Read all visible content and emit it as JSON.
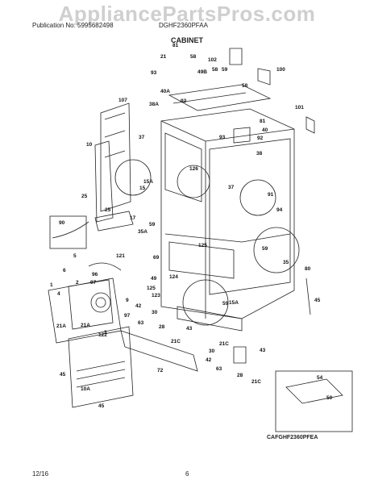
{
  "watermark": "AppliancePartsPros.com",
  "header": {
    "publication": "Publication No: 5995682498",
    "model": "DGHF2360PFAA"
  },
  "section_title": "CABINET",
  "inset_code": "CAFGHF2360PFEA",
  "footer": {
    "date": "12/16",
    "page": "6"
  },
  "callouts": [
    "21",
    "58",
    "81",
    "102",
    "100",
    "93",
    "49B",
    "58",
    "59",
    "40A",
    "92",
    "107",
    "38A",
    "58",
    "101",
    "81",
    "40",
    "37",
    "10",
    "92",
    "93",
    "38",
    "126",
    "25",
    "15A",
    "15",
    "37",
    "91",
    "94",
    "90",
    "25",
    "17",
    "59",
    "35A",
    "125",
    "5",
    "121",
    "69",
    "49",
    "6",
    "2",
    "96",
    "97",
    "125",
    "123",
    "9",
    "59",
    "35",
    "80",
    "124",
    "15A",
    "59",
    "4",
    "45",
    "1",
    "97",
    "42",
    "63",
    "30",
    "28",
    "43",
    "3",
    "21A",
    "21A",
    "122",
    "21C",
    "72",
    "21C",
    "30",
    "42",
    "63",
    "43",
    "28",
    "45",
    "10A",
    "45",
    "54",
    "21C",
    "50"
  ]
}
